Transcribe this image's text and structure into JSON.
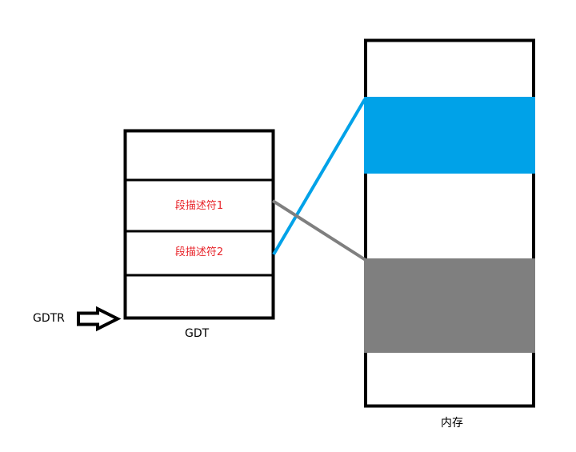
{
  "gdt": {
    "label": "GDT",
    "descriptor_1": "段描述符1",
    "descriptor_2": "段描述符2"
  },
  "register": {
    "label": "GDTR"
  },
  "memory": {
    "label": "内存"
  },
  "colors": {
    "descriptor_text": "#e8262c",
    "segment_1": "#00a2e8",
    "segment_2": "#7f7f7f",
    "outline": "#000000"
  }
}
